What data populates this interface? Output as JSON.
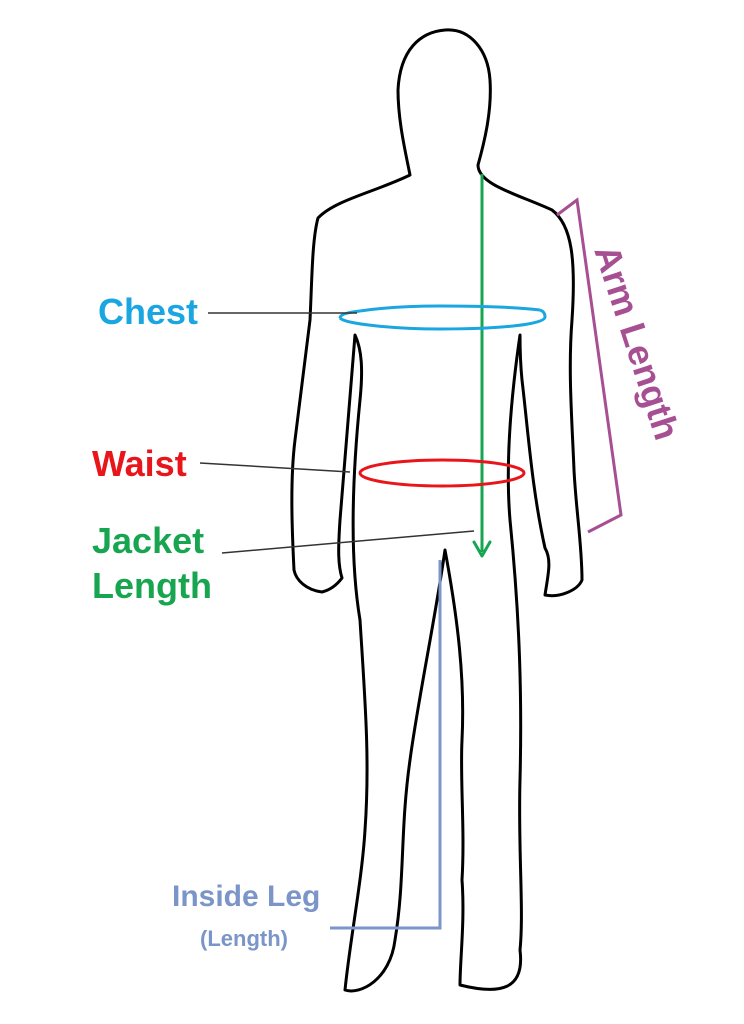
{
  "labels": {
    "chest": "Chest",
    "waist": "Waist",
    "jacket_length_line1": "Jacket",
    "jacket_length_line2": "Length",
    "inside_leg": "Inside Leg",
    "inside_leg_sub": "(Length)",
    "arm_length": "Arm Length"
  },
  "colors": {
    "chest": "#1aa6e0",
    "waist": "#e8161b",
    "jacket_length": "#17a550",
    "inside_leg": "#7b95c9",
    "arm_length": "#a74f93",
    "outline": "#000000",
    "leader": "#333333"
  }
}
